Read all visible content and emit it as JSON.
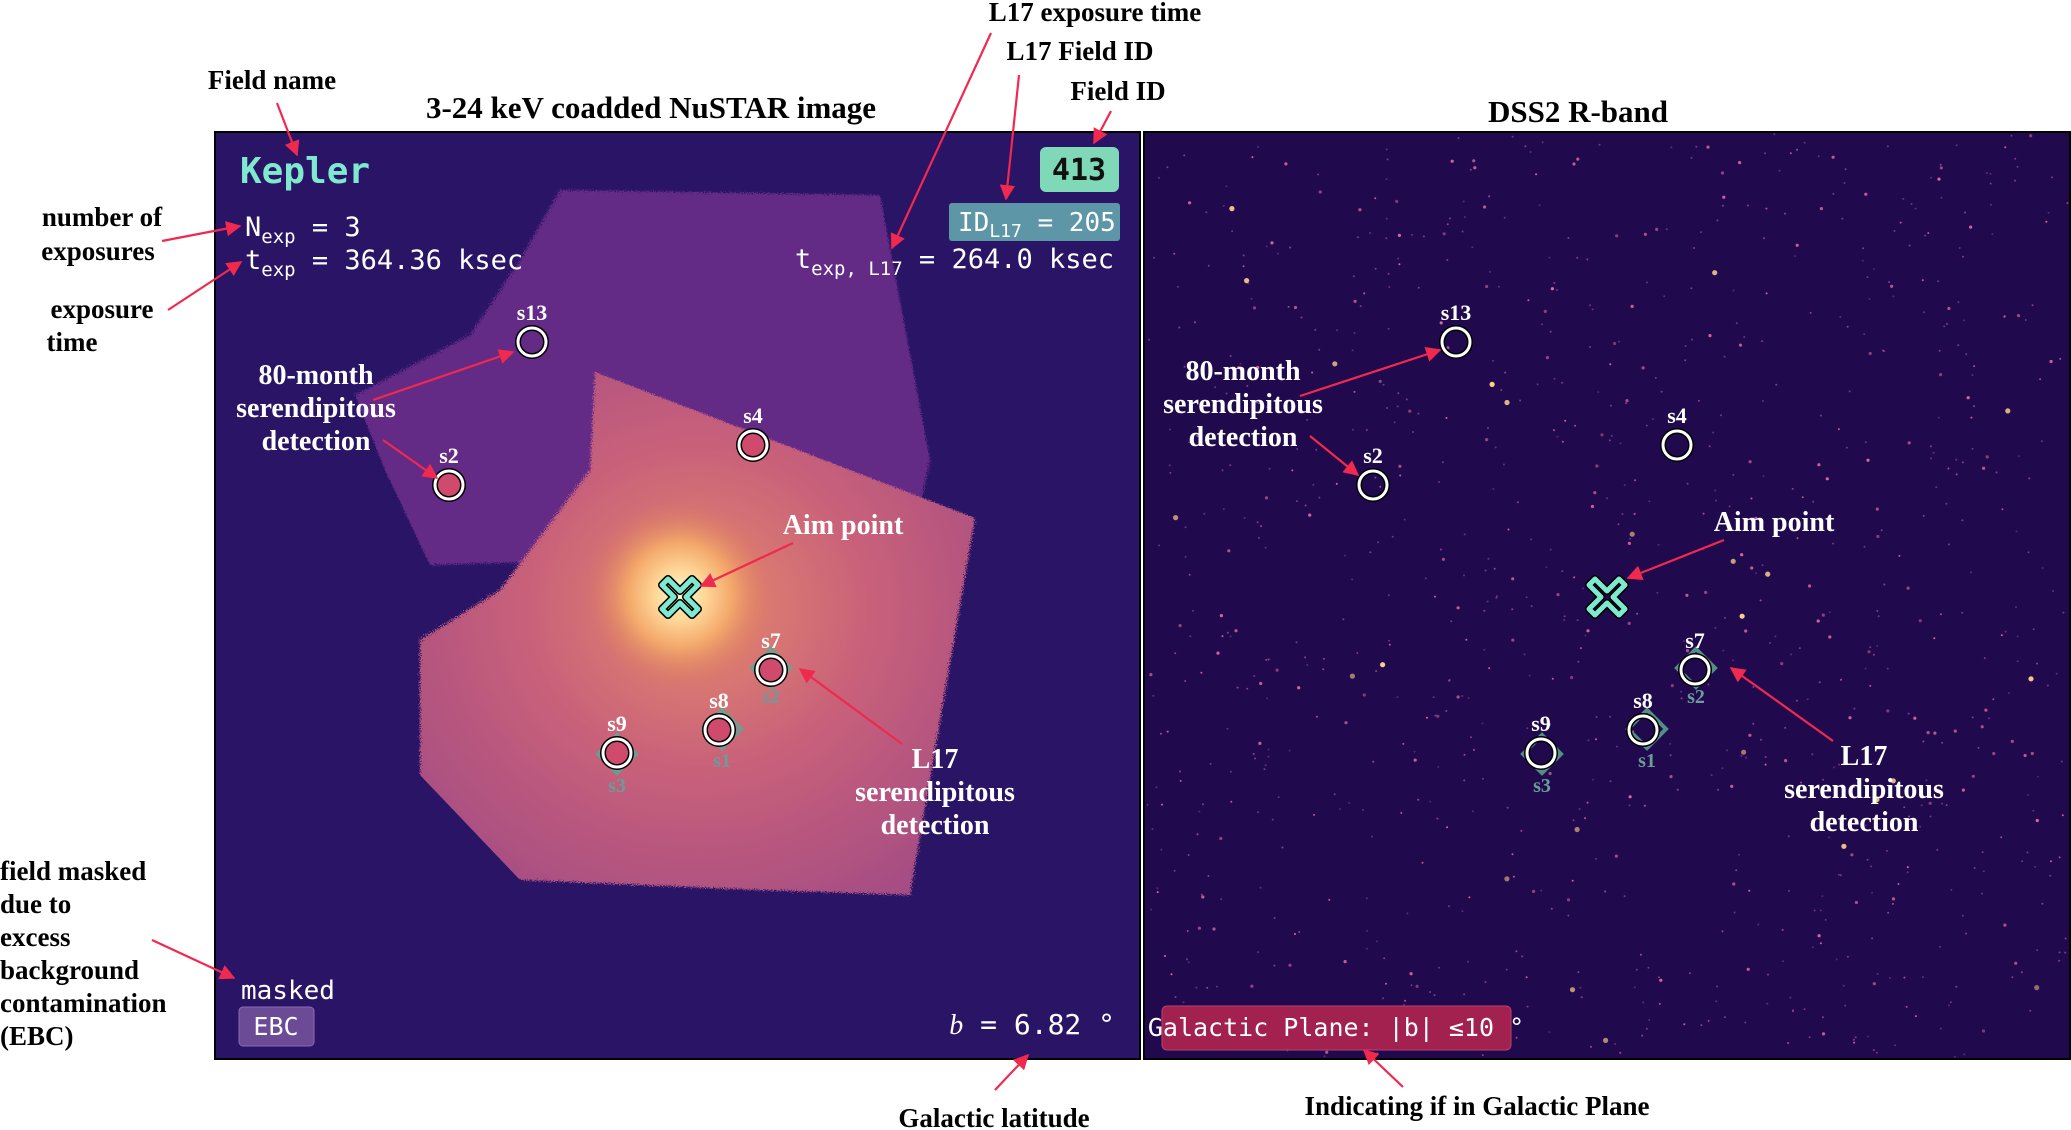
{
  "left_panel": {
    "title": "3-24 keV coadded NuSTAR image",
    "field_name": "Kepler",
    "nexp_symbol": "N",
    "nexp_sub": "exp",
    "nexp_value": " = 3",
    "texp_symbol": "t",
    "texp_sub": "exp",
    "texp_value": " = 364.36 ksec",
    "field_id": "413",
    "l17_id_symbol": "ID",
    "l17_id_sub": "L17",
    "l17_id_value": " = 205",
    "l17_texp_symbol": "t",
    "l17_texp_sub": "exp, L17",
    "l17_texp_value": " = 264.0 ksec",
    "aim_point_label": "Aim point",
    "masked_label": "masked",
    "ebc_badge": "EBC",
    "latitude_symbol": "b",
    "latitude_value": " = 6.82 °"
  },
  "right_panel": {
    "title": "DSS2 R-band",
    "aim_point_label": "Aim point",
    "galactic_plane_badge": "Galactic Plane: |b| ≤10 °"
  },
  "sources_80month": [
    "s13",
    "s2",
    "s4",
    "s7",
    "s8",
    "s9"
  ],
  "sources_l17": [
    "s2",
    "s1",
    "s3"
  ],
  "annotations": {
    "field_name": "Field name",
    "number_of_exposures_1": "number of",
    "number_of_exposures_2": "exposures",
    "exposure_time_1": "exposure",
    "exposure_time_2": "time",
    "serendip_80_1": "80-month",
    "serendip_80_2": "serendipitous",
    "serendip_80_3": "detection",
    "l17_serendip_1": "L17",
    "l17_serendip_2": "serendipitous",
    "l17_serendip_3": "detection",
    "l17_exposure_time": "L17 exposure time",
    "l17_field_id": "L17 Field ID",
    "field_id": "Field ID",
    "masked_1": "field masked",
    "masked_2": "due to",
    "masked_3": "excess",
    "masked_4": "background",
    "masked_5": "contamination",
    "masked_6": "(EBC)",
    "galactic_latitude": "Galactic latitude",
    "galactic_plane": "Indicating if in Galactic Plane"
  },
  "colors": {
    "panel_background": "#2a1466",
    "mosaic_outer": "#6c2f8c",
    "mosaic_inner": "#b24d7e",
    "aim_glow": "#ffe6a8",
    "field_name_color": "#7fe9d0",
    "field_id_badge": "#7fd9b9",
    "l17_badge": "#5d96a6",
    "ebc_badge": "#6b4a96",
    "galactic_badge": "#a3214f",
    "annotation_arrow": "#f0294f",
    "l17_label": "#6b9c99",
    "aim_marker": "#7fe9d0"
  }
}
